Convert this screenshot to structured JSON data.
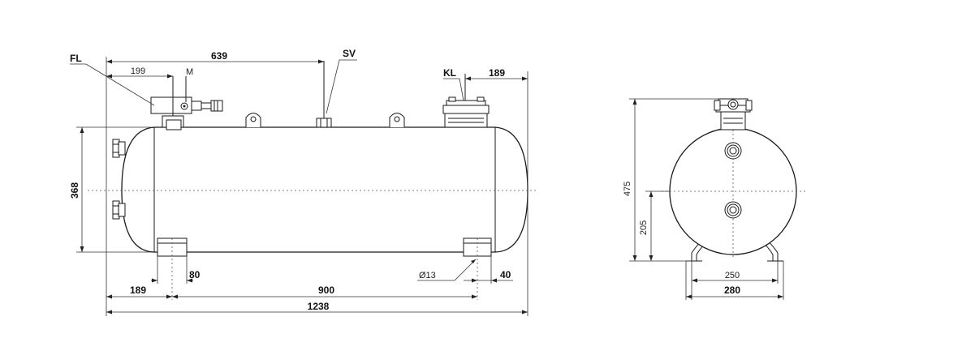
{
  "side_view": {
    "labels": {
      "fl": "FL",
      "sv": "SV",
      "kl": "KL",
      "m": "M"
    },
    "dimensions": {
      "d639": "639",
      "d199": "199",
      "d189_top": "189",
      "d368": "368",
      "d189_bottom": "189",
      "d900": "900",
      "d80": "80",
      "d13": "Ø13",
      "d40": "40",
      "d1238": "1238"
    }
  },
  "end_view": {
    "dimensions": {
      "d475": "475",
      "d205": "205",
      "d250": "250",
      "d280": "280"
    }
  }
}
